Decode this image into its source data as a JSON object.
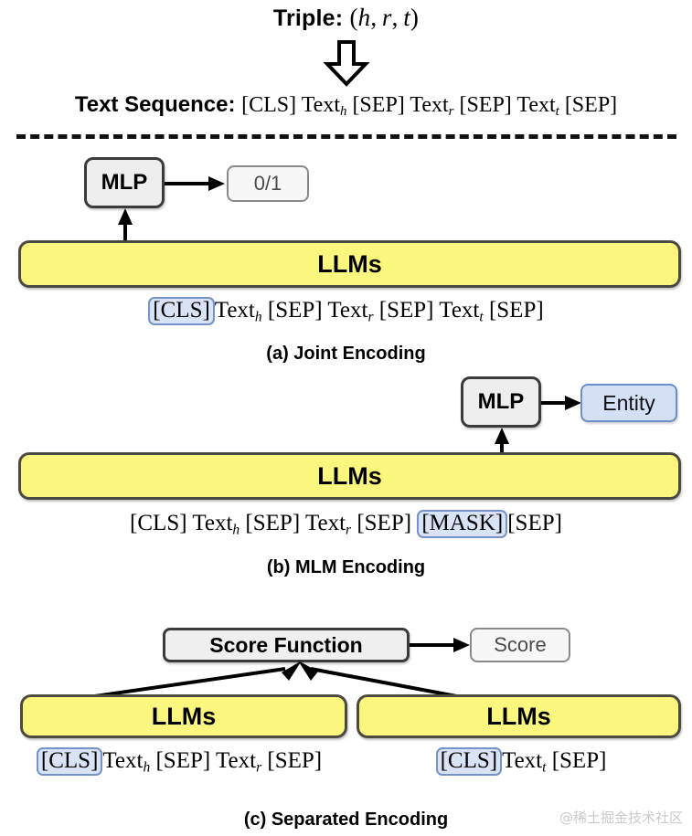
{
  "header": {
    "triple_label": "Triple:",
    "triple_expr": "(h, r, t)",
    "down_arrow_icon": "block-down-arrow-icon",
    "text_sequence_label": "Text Sequence:",
    "text_sequence_tokens": [
      "[CLS]",
      "Text_h",
      "[SEP]",
      "Text_r",
      "[SEP]",
      "Text_t",
      "[SEP]"
    ]
  },
  "panel_a": {
    "caption": "(a) Joint Encoding",
    "mlp_label": "MLP",
    "output_label": "0/1",
    "llm_label": "LLMs",
    "sequence": {
      "highlight": "[CLS]",
      "rest": "Text_h [SEP] Text_r [SEP] Text_t [SEP]"
    }
  },
  "panel_b": {
    "caption": "(b) MLM Encoding",
    "mlp_label": "MLP",
    "output_label": "Entity",
    "llm_label": "LLMs",
    "sequence": {
      "prefix": "[CLS] Text_h [SEP] Text_r [SEP]",
      "highlight": "[MASK]",
      "suffix": "[SEP]"
    }
  },
  "panel_c": {
    "caption": "(c) Separated Encoding",
    "score_function_label": "Score Function",
    "output_label": "Score",
    "left": {
      "llm_label": "LLMs",
      "highlight": "[CLS]",
      "rest": "Text_h [SEP] Text_r [SEP]"
    },
    "right": {
      "llm_label": "LLMs",
      "highlight": "[CLS]",
      "rest": "Text_t [SEP]"
    }
  },
  "watermark": "@稀土掘金技术社区",
  "colors": {
    "llm_fill": "#fbf77e",
    "llm_border": "#4a4a42",
    "mlp_fill": "#eeeeee",
    "mlp_border": "#3b3b3b",
    "highlight_fill": "#d8e3f5",
    "highlight_border": "#7593c8",
    "entity_fill": "#d3e0f5",
    "entity_border": "#6b8fc9",
    "output_text": "#4a4a4a"
  }
}
